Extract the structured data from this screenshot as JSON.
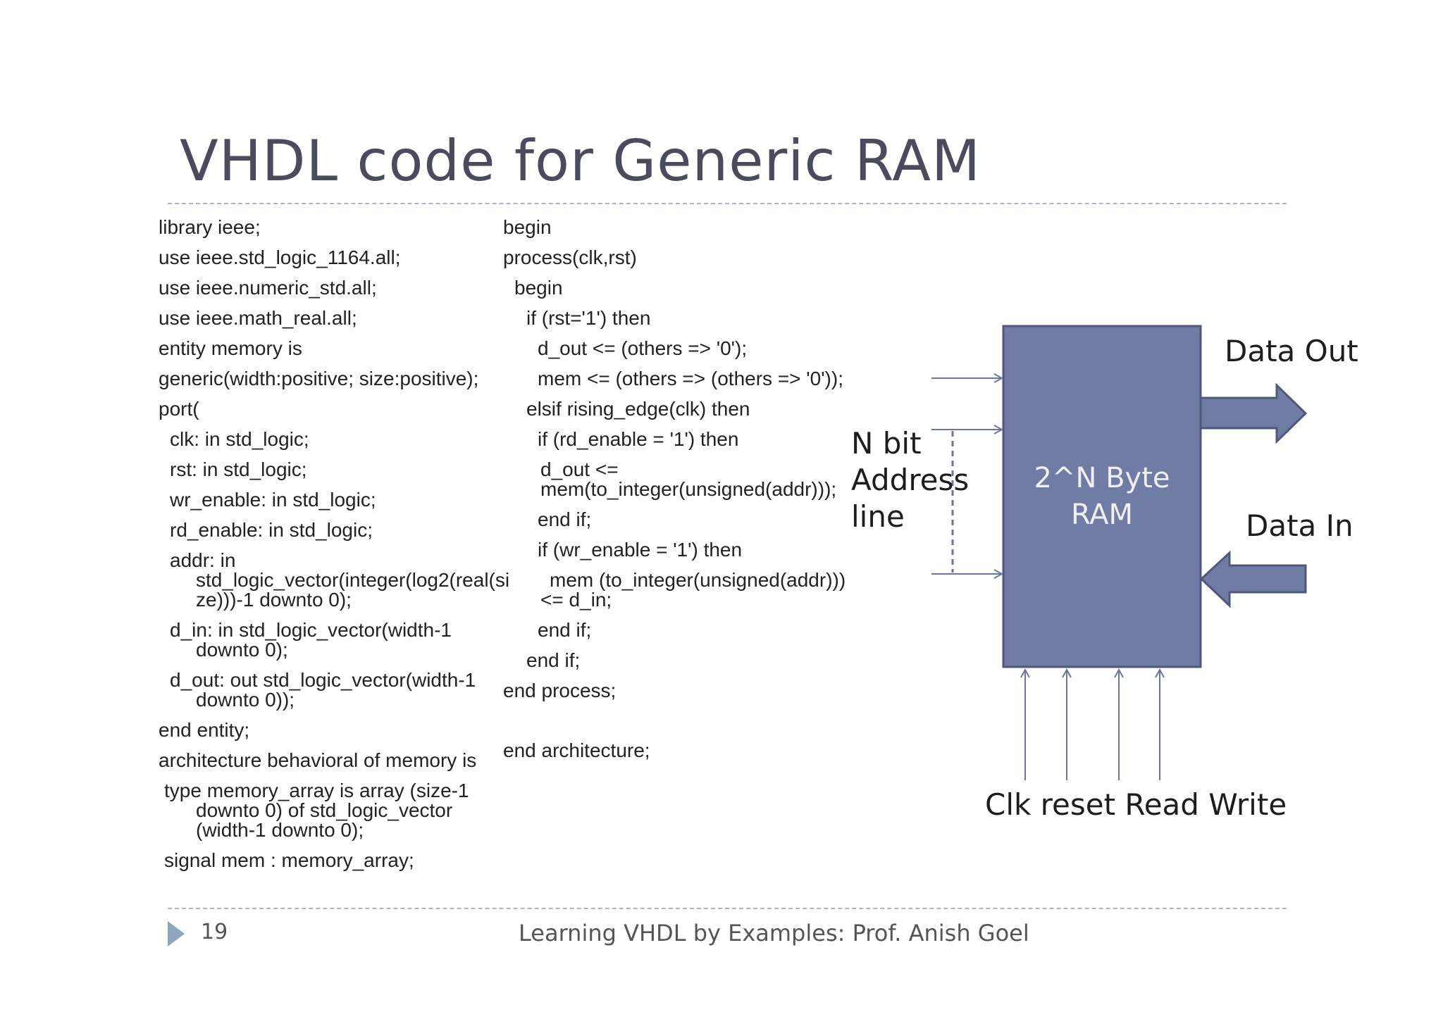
{
  "slide": {
    "title": "VHDL code for Generic RAM",
    "page_number": "19",
    "footer": "Learning VHDL by Examples: Prof. Anish Goel"
  },
  "code_left": [
    "library ieee;",
    "use ieee.std_logic_1164.all;",
    "use ieee.numeric_std.all;",
    "use ieee.math_real.all;",
    "entity memory is",
    "generic(width:positive; size:positive);",
    "port(",
    "clk: in std_logic;",
    "rst: in std_logic;",
    "wr_enable: in std_logic;",
    "rd_enable: in std_logic;",
    "addr: in",
    "std_logic_vector(integer(log2(real(si",
    "ze)))-1 downto 0);",
    "d_in: in std_logic_vector(width-1",
    "downto 0);",
    "d_out: out std_logic_vector(width-1",
    "downto 0));",
    "end entity;",
    "architecture behavioral of memory is",
    "type memory_array is array (size-1",
    "downto 0) of std_logic_vector",
    "(width-1 downto 0);",
    "signal mem : memory_array;"
  ],
  "code_right": [
    "begin",
    "process(clk,rst)",
    "begin",
    "if (rst='1') then",
    "d_out <= (others => '0');",
    "mem <= (others => (others => '0'));",
    "elsif rising_edge(clk) then",
    "if (rd_enable = '1') then",
    "d_out <=",
    "mem(to_integer(unsigned(addr)));",
    "end if;",
    "if (wr_enable = '1') then",
    "mem (to_integer(unsigned(addr)))",
    "<= d_in;",
    "end if;",
    "end if;",
    "end process;",
    "end architecture;"
  ],
  "diagram": {
    "block_line1": "2^N Byte",
    "block_line2": "RAM",
    "data_out": "Data Out",
    "data_in": "Data In",
    "addr_line1": "N bit",
    "addr_line2": "Address",
    "addr_line3": "line",
    "controls": "Clk reset Read Write",
    "block_color": "#717ca4",
    "line_color": "#6b769c"
  }
}
